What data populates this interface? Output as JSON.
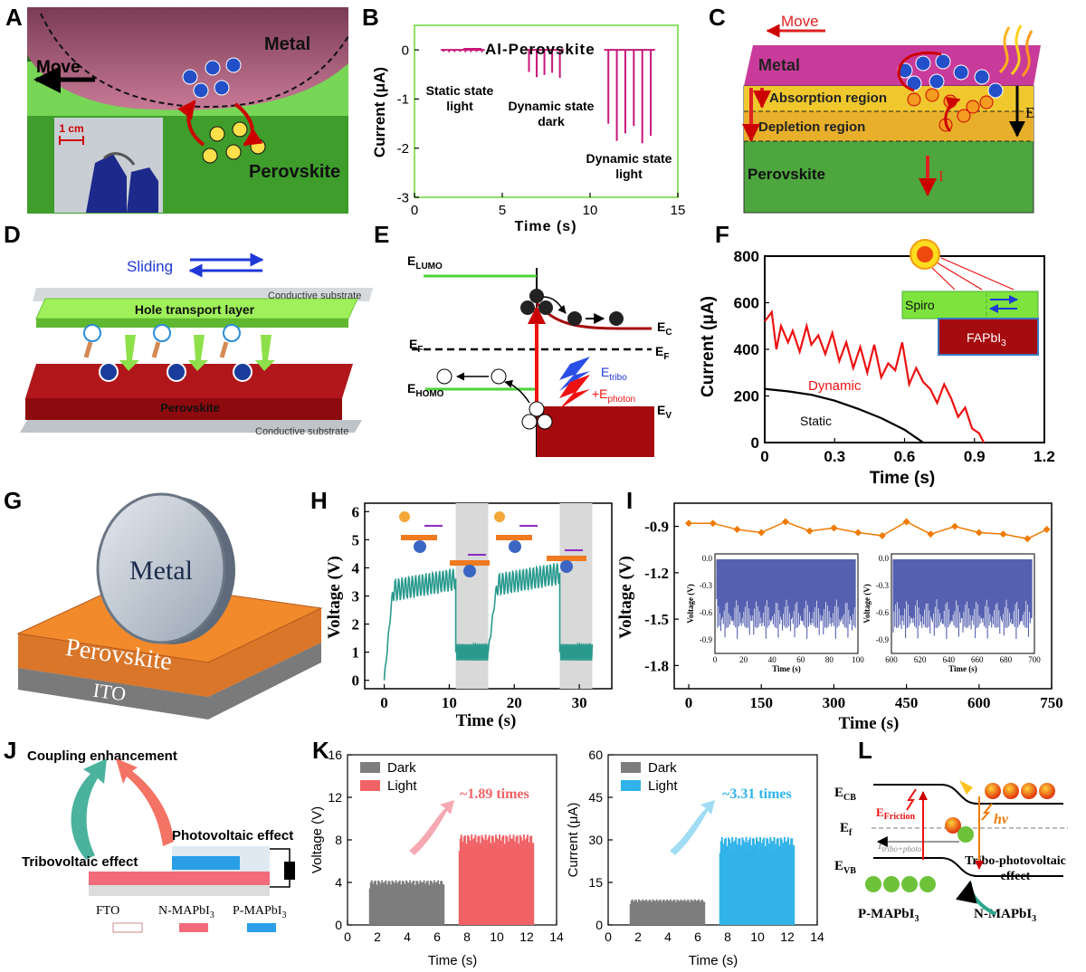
{
  "panels": {
    "A": {
      "letter": "A",
      "metal": "Metal",
      "move": "Move",
      "perovskite": "Perovskite",
      "scale": "1 cm"
    },
    "B": {
      "letter": "B",
      "legend": "Al-Perovskite",
      "ylabel": "Current (μA)",
      "xlabel": "Time (s)",
      "s1": [
        "Static state",
        "light"
      ],
      "s2": [
        "Dynamic state",
        "dark"
      ],
      "s3": [
        "Dynamic state",
        "light"
      ]
    },
    "C": {
      "letter": "C",
      "move": "Move",
      "metal": "Metal",
      "absorption": "Absorption region",
      "depletion": "Depletion region",
      "perovskite": "Perovskite",
      "E": "E",
      "I": "I"
    },
    "D": {
      "letter": "D",
      "sliding": "Sliding",
      "htl": "Hole transport layer",
      "sub_top": "Conductive substrate",
      "perov": "Perovskite",
      "sub_bot": "Conductive substrate"
    },
    "E": {
      "letter": "E",
      "elumo": "E",
      "elumo_sub": "LUMO",
      "ehomo": "E",
      "ehomo_sub": "HOMO",
      "ef": "E",
      "ef_sub": "F",
      "ec": "E",
      "ec_sub": "C",
      "ev": "E",
      "ev_sub": "V",
      "tribo": "E",
      "tribo_sub": "tribo",
      "photon": "+E",
      "photon_sub": "photon"
    },
    "F": {
      "letter": "F",
      "ylabel": "Current (μA)",
      "xlabel": "Time (s)",
      "dynamic": "Dynamic",
      "static": "Static",
      "spiro": "Spiro",
      "fapbi": "FAPbI",
      "fapbi_sub": "3"
    },
    "G": {
      "letter": "G",
      "metal": "Metal",
      "perov": "Perovskite",
      "ito": "ITO"
    },
    "H": {
      "letter": "H",
      "ylabel": "Voltage (V)",
      "xlabel": "Time (s)"
    },
    "I": {
      "letter": "I",
      "ylabel": "Voltage (V)",
      "xlabel": "Time (s)",
      "inset_ylabel": "Voltage (V)",
      "inset_xlabel": "Time (s)"
    },
    "J": {
      "letter": "J",
      "coupling": "Coupling enhancement",
      "photovoltaic": "Photovoltaic effect",
      "tribovoltaic": "Tribovoltaic effect",
      "fto": "FTO",
      "nmap": "N-MAPbI",
      "pmap": "P-MAPbI",
      "sub3": "3"
    },
    "K": {
      "letter": "K",
      "ylabel1": "Voltage (V)",
      "ylabel2": "Current (μA)",
      "xlabel": "Time (s)",
      "dark": "Dark",
      "light": "Light",
      "factor1": "~1.89 times",
      "factor2": "~3.31 times"
    },
    "L": {
      "letter": "L",
      "ecb": "E",
      "ecb_sub": "CB",
      "ef": "E",
      "ef_sub": "f",
      "evb": "E",
      "evb_sub": "VB",
      "friction": "E",
      "friction_sub": "Friction",
      "hv": "hv",
      "itribo": "I",
      "itribo_sub": "tribo+photo",
      "effect": [
        "Tribo-photovoltaic",
        "effect"
      ],
      "pmap": "P-MAPbI",
      "nmap": "N-MAPbI",
      "sub3": "3"
    }
  },
  "chart_data": [
    {
      "type": "line",
      "panel": "B",
      "title": "",
      "xlabel": "Time (s)",
      "ylabel": "Current (μA)",
      "xlim": [
        0,
        15
      ],
      "ylim": [
        -3,
        0.5
      ],
      "xticks": [
        0,
        5,
        10,
        15
      ],
      "yticks": [
        0,
        -1,
        -2,
        -3
      ],
      "series": [
        {
          "name": "Al-Perovskite",
          "segments": [
            {
              "label": "Static state light",
              "x": [
                1.5,
                4
              ],
              "peak": -0.05
            },
            {
              "label": "Dynamic state dark",
              "x": [
                6.3,
                8.5
              ],
              "peak": -0.6
            },
            {
              "label": "Dynamic state light",
              "x": [
                10.8,
                13.7
              ],
              "peak": -2.0
            }
          ]
        }
      ]
    },
    {
      "type": "line",
      "panel": "F",
      "title": "",
      "xlabel": "Time (s)",
      "ylabel": "Current (μA)",
      "xlim": [
        0,
        1.2
      ],
      "ylim": [
        0,
        800
      ],
      "xticks": [
        0,
        0.3,
        0.6,
        0.9,
        1.2
      ],
      "yticks": [
        0,
        200,
        400,
        600,
        800
      ],
      "series": [
        {
          "name": "Dynamic",
          "x": [
            0,
            0.03,
            0.05,
            0.07,
            0.1,
            0.12,
            0.15,
            0.18,
            0.2,
            0.23,
            0.26,
            0.29,
            0.32,
            0.35,
            0.38,
            0.41,
            0.44,
            0.47,
            0.5,
            0.53,
            0.56,
            0.59,
            0.62,
            0.65,
            0.68,
            0.71,
            0.74,
            0.77,
            0.8,
            0.83,
            0.86,
            0.89,
            0.92,
            0.94
          ],
          "y": [
            520,
            560,
            400,
            500,
            430,
            480,
            390,
            500,
            420,
            460,
            380,
            470,
            350,
            430,
            320,
            410,
            300,
            420,
            280,
            340,
            310,
            430,
            250,
            320,
            260,
            230,
            170,
            250,
            190,
            110,
            150,
            60,
            40,
            0
          ]
        },
        {
          "name": "Static",
          "x": [
            0,
            0.1,
            0.2,
            0.3,
            0.4,
            0.5,
            0.6,
            0.68
          ],
          "y": [
            230,
            220,
            205,
            180,
            145,
            105,
            55,
            0
          ]
        }
      ]
    },
    {
      "type": "line",
      "panel": "H",
      "title": "",
      "xlabel": "Time (s)",
      "ylabel": "Voltage (V)",
      "xlim": [
        -3,
        35
      ],
      "ylim": [
        -0.3,
        6.3
      ],
      "xticks": [
        0,
        10,
        20,
        30
      ],
      "yticks": [
        0,
        1,
        2,
        3,
        4,
        5,
        6
      ],
      "shaded": [
        [
          11,
          16
        ],
        [
          27,
          32
        ]
      ],
      "series": [
        {
          "name": "",
          "segments": [
            {
              "x": [
                0,
                11
              ],
              "start": 0,
              "rise": 3.2,
              "end": 3.6,
              "ripple": 0.4
            },
            {
              "x": [
                11,
                16
              ],
              "level": 1.0,
              "ripple": 0.3
            },
            {
              "x": [
                16,
                27
              ],
              "start": 1.0,
              "rise": 3.4,
              "end": 3.8,
              "ripple": 0.4
            },
            {
              "x": [
                27,
                32
              ],
              "level": 1.0,
              "ripple": 0.3
            }
          ]
        }
      ]
    },
    {
      "type": "line",
      "panel": "I",
      "title": "",
      "xlabel": "Time (s)",
      "ylabel": "Voltage (V)",
      "xlim": [
        -30,
        750
      ],
      "ylim": [
        -1.95,
        -0.75
      ],
      "xticks": [
        0,
        150,
        300,
        450,
        600,
        750
      ],
      "yticks": [
        -0.9,
        -1.2,
        -1.5,
        -1.8
      ],
      "series": [
        {
          "name": "",
          "x": [
            0,
            50,
            100,
            150,
            200,
            250,
            300,
            350,
            400,
            450,
            500,
            550,
            600,
            650,
            700,
            740
          ],
          "y": [
            -0.88,
            -0.88,
            -0.92,
            -0.94,
            -0.87,
            -0.93,
            -0.91,
            -0.94,
            -0.96,
            -0.87,
            -0.95,
            -0.9,
            -0.94,
            -0.95,
            -0.98,
            -0.92
          ]
        }
      ],
      "insets": [
        {
          "xlim": [
            0,
            100
          ],
          "xticks": [
            0,
            20,
            40,
            60,
            80,
            100
          ],
          "ylim": [
            -1.05,
            0.05
          ],
          "yticks": [
            0.0,
            -0.3,
            -0.6,
            -0.9
          ]
        },
        {
          "xlim": [
            600,
            700
          ],
          "xticks": [
            600,
            620,
            640,
            660,
            680,
            700
          ],
          "ylim": [
            -1.05,
            0.05
          ],
          "yticks": [
            0.0,
            -0.3,
            -0.6,
            -0.9
          ]
        }
      ]
    },
    {
      "type": "bar",
      "panel": "K1",
      "title": "",
      "xlabel": "Time (s)",
      "ylabel": "Voltage (V)",
      "xlim": [
        0,
        14
      ],
      "ylim": [
        0,
        16
      ],
      "xticks": [
        0,
        2,
        4,
        6,
        8,
        10,
        12,
        14
      ],
      "yticks": [
        0,
        4,
        8,
        12,
        16
      ],
      "series": [
        {
          "name": "Dark",
          "x": [
            1.5,
            6.5
          ],
          "value": 4.2
        },
        {
          "name": "Light",
          "x": [
            7.5,
            12.5
          ],
          "value": 8.5
        }
      ],
      "annotation": "~1.89 times"
    },
    {
      "type": "bar",
      "panel": "K2",
      "title": "",
      "xlabel": "Time (s)",
      "ylabel": "Current (μA)",
      "xlim": [
        0,
        14
      ],
      "ylim": [
        0,
        60
      ],
      "xticks": [
        0,
        2,
        4,
        6,
        8,
        10,
        12,
        14
      ],
      "yticks": [
        0,
        15,
        30,
        45,
        60
      ],
      "series": [
        {
          "name": "Dark",
          "x": [
            1.5,
            6.5
          ],
          "value": 9
        },
        {
          "name": "Light",
          "x": [
            7.5,
            12.5
          ],
          "value": 31
        }
      ],
      "annotation": "~3.31 times"
    }
  ],
  "colors": {
    "metal_pink": "#c2186e",
    "perov_green": "#4caf50",
    "red": "#e11",
    "blue": "#1a3ccc",
    "orange": "#f07a00",
    "teal": "#2a9a8e",
    "purple_blue": "#5561b0",
    "dark_bar": "#7d7d7d",
    "light_bar_red": "#f06266",
    "light_bar_blue": "#31b3ea",
    "chart_B_line": "#c8177a",
    "chart_frame_B": "#8fe06a"
  }
}
